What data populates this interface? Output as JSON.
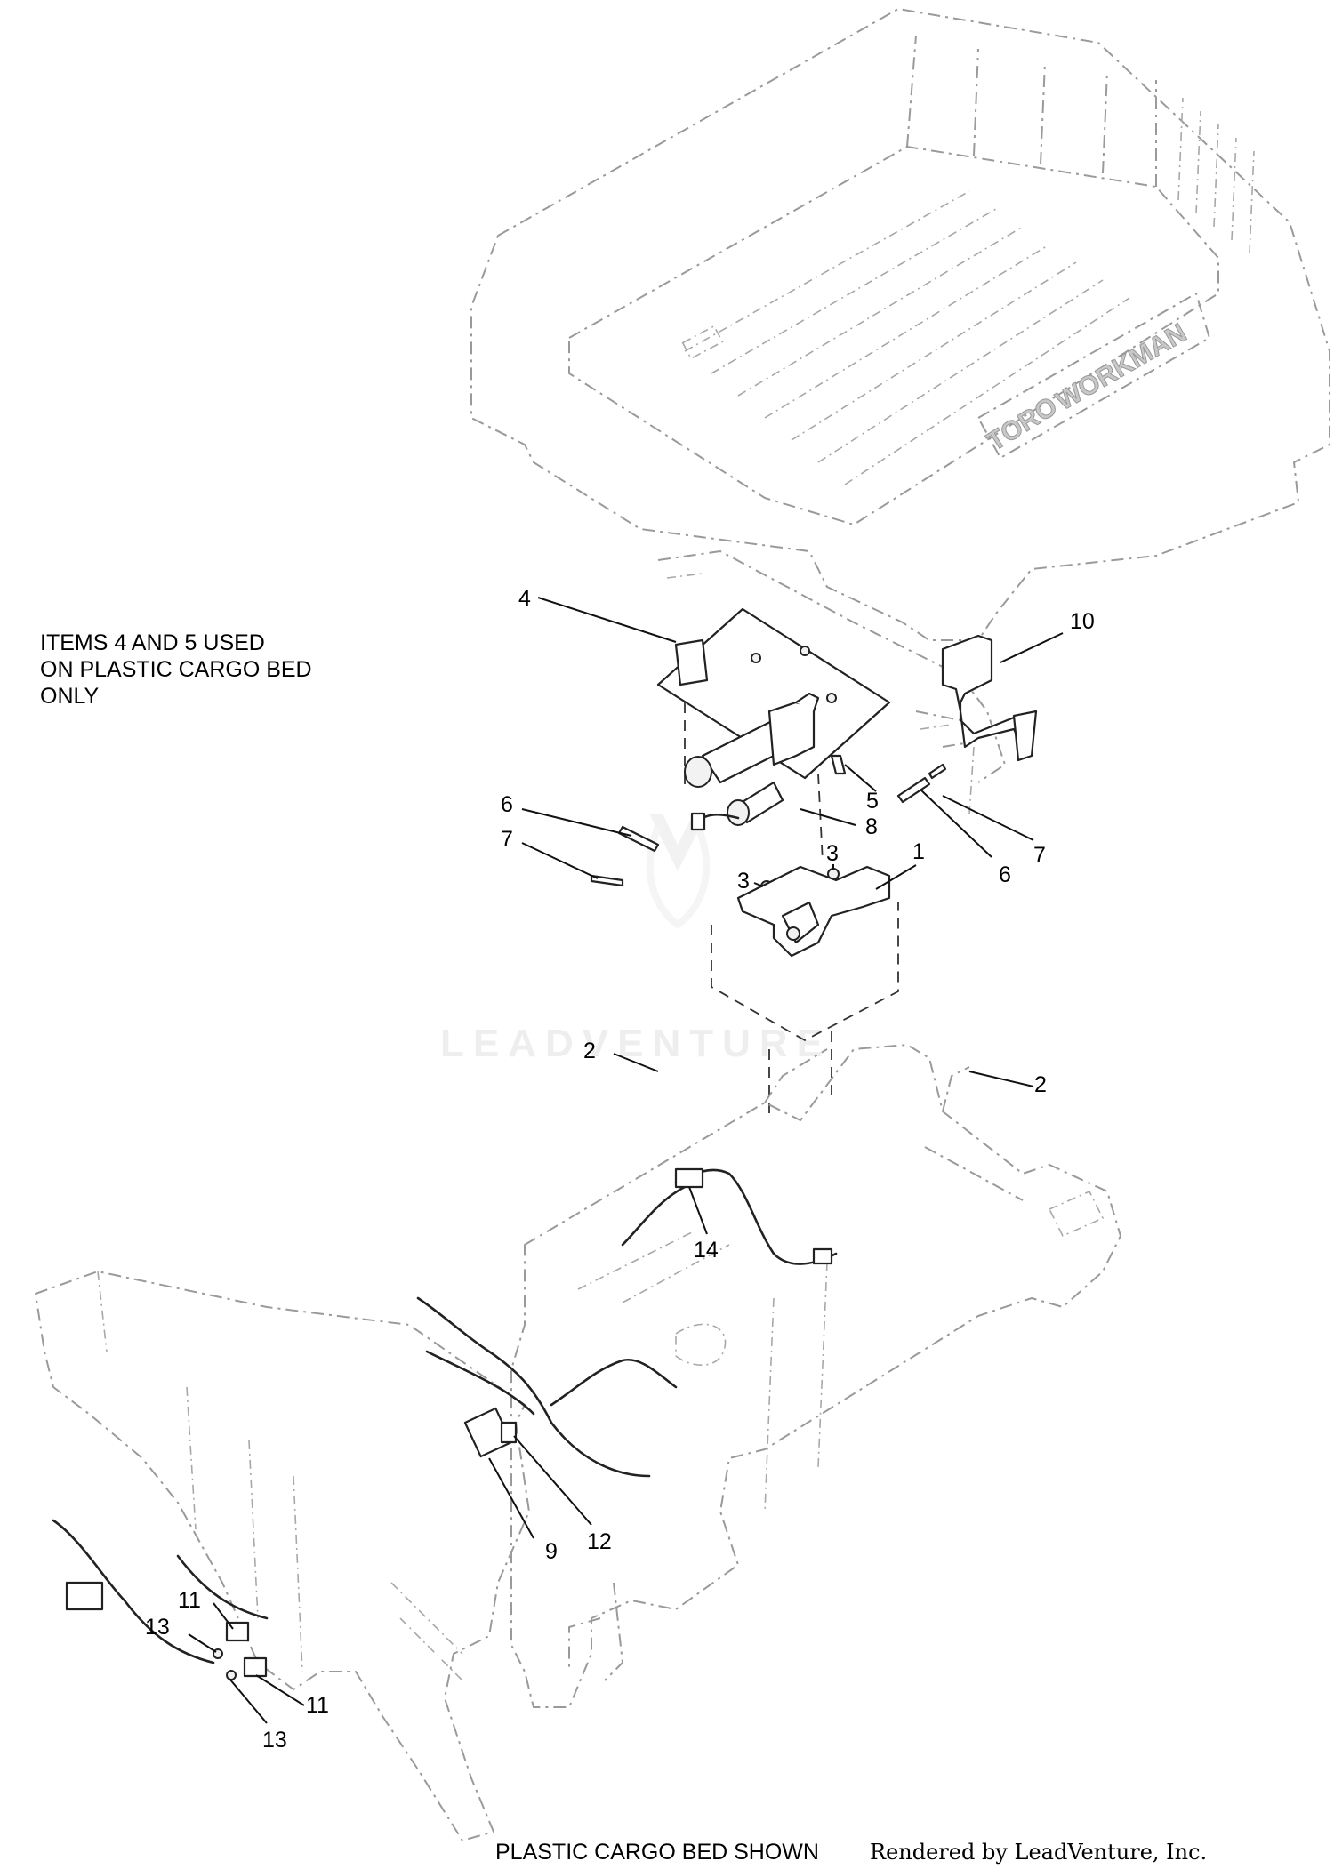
{
  "diagram": {
    "note_lines": [
      "ITEMS 4 AND 5 USED",
      "ON PLASTIC CARGO BED",
      "ONLY"
    ],
    "caption": "PLASTIC CARGO BED SHOWN",
    "credit": "Rendered by LeadVenture, Inc.",
    "watermark": "LEADVENTURE",
    "bed_brand_left": "TORO",
    "bed_brand_right": "WORKMAN",
    "callouts": [
      "4",
      "10",
      "5",
      "8",
      "7",
      "6",
      "6",
      "7",
      "3",
      "1",
      "3",
      "2",
      "2",
      "14",
      "12",
      "9",
      "11",
      "13",
      "11",
      "13"
    ]
  }
}
